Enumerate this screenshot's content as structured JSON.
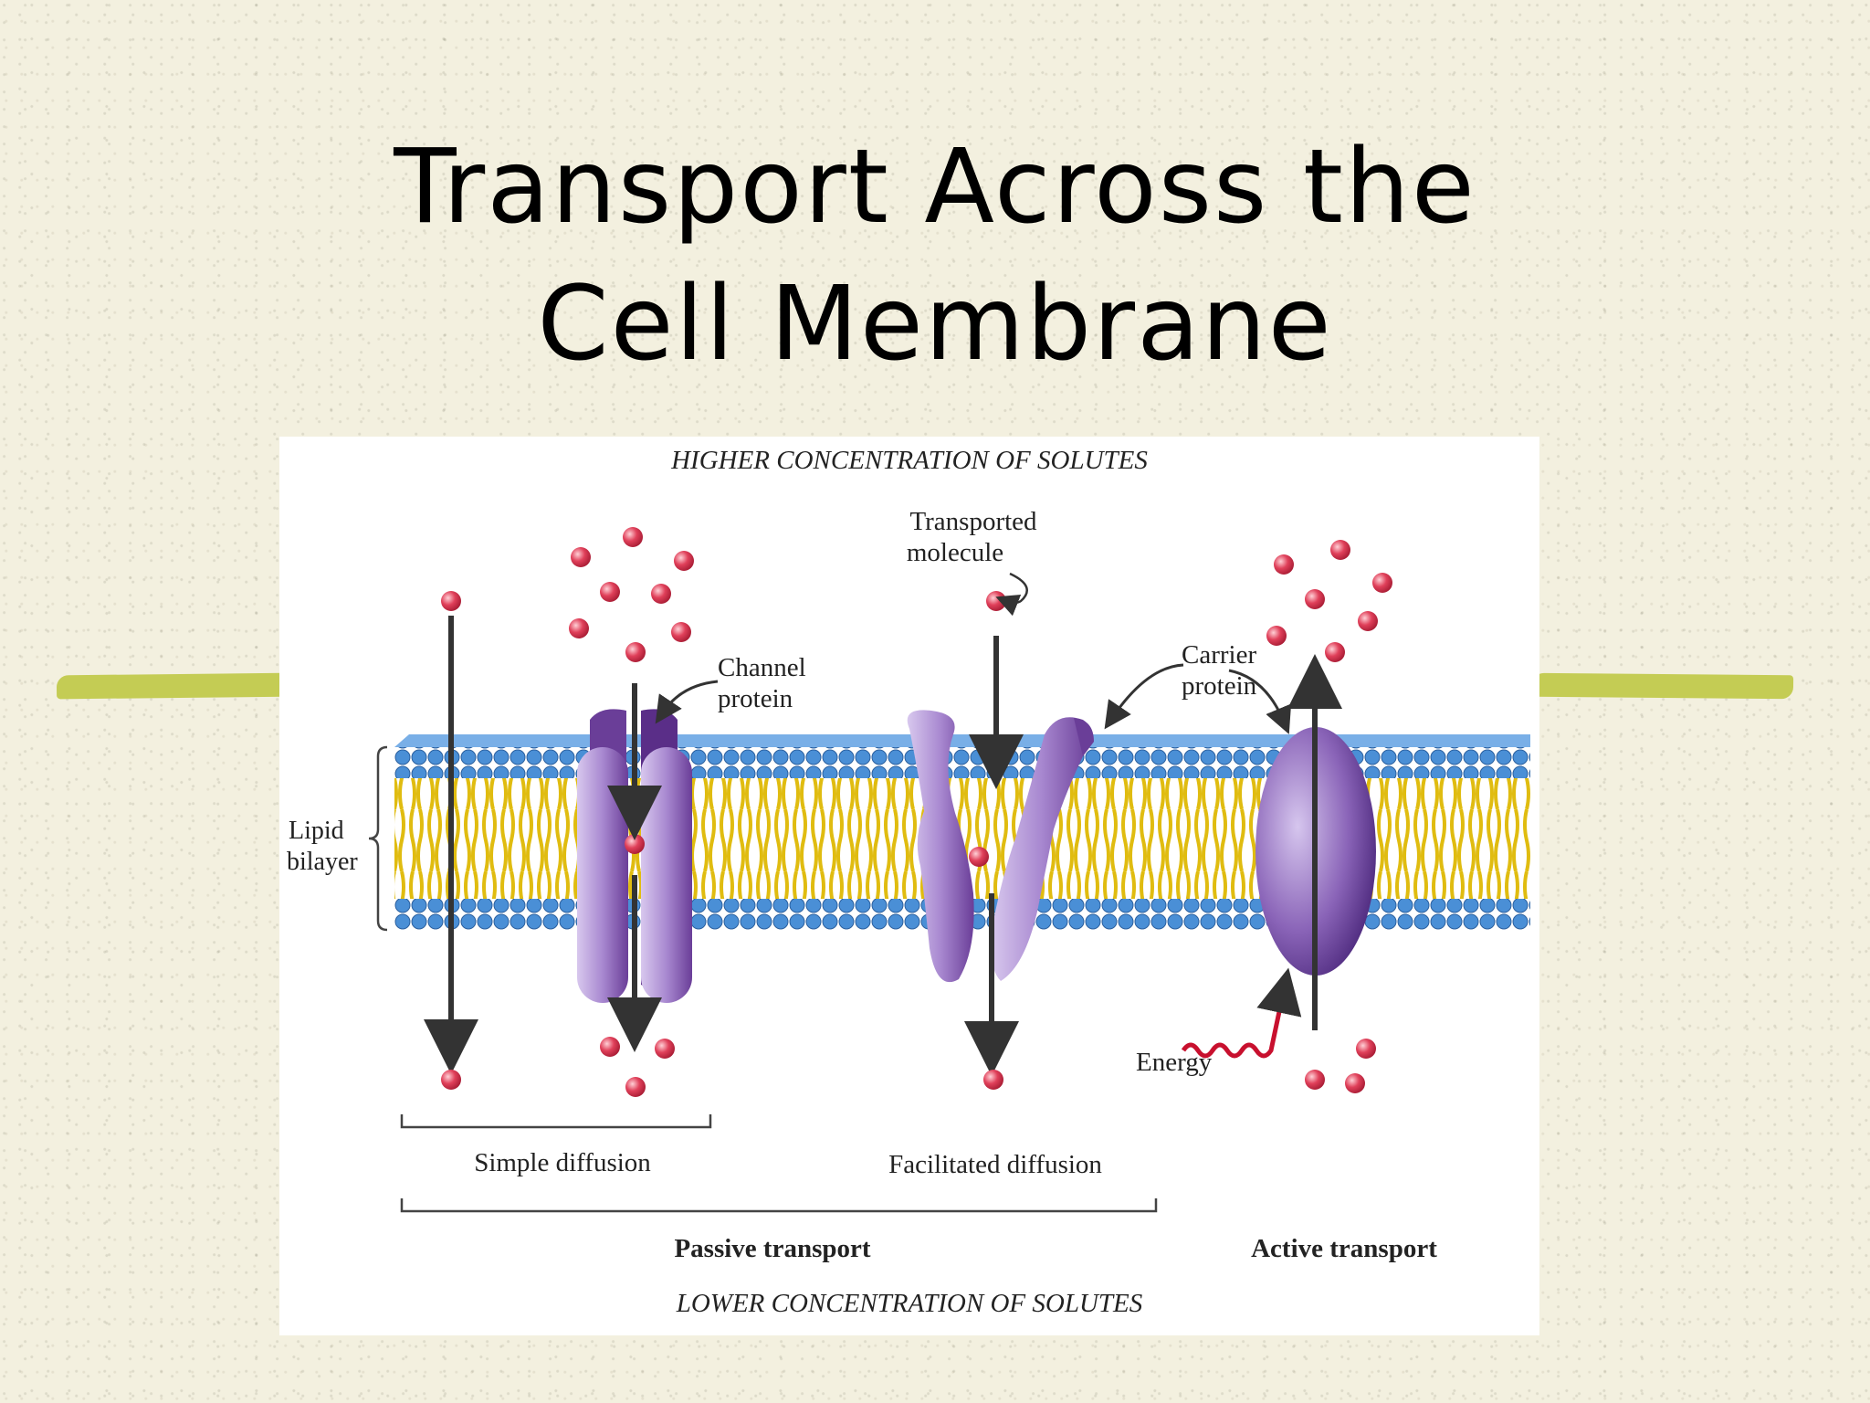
{
  "slide": {
    "title_line1": "Transport Across the",
    "title_line2": "Cell Membrane"
  },
  "diagram": {
    "top_label": "HIGHER CONCENTRATION OF SOLUTES",
    "bottom_label": "LOWER CONCENTRATION OF SOLUTES",
    "lipid_bilayer_line1": "Lipid",
    "lipid_bilayer_line2": "bilayer",
    "channel_protein_line1": "Channel",
    "channel_protein_line2": "protein",
    "transported_molecule_line1": "Transported",
    "transported_molecule_line2": "molecule",
    "carrier_protein_line1": "Carrier",
    "carrier_protein_line2": "protein",
    "energy": "Energy",
    "simple_diffusion": "Simple diffusion",
    "facilitated_diffusion": "Facilitated diffusion",
    "passive_transport": "Passive transport",
    "active_transport": "Active transport"
  },
  "colors": {
    "accent_bar": "#c4cc54",
    "solute": "#e0405a",
    "protein": "#7a52a6",
    "phospholipid_head": "#4a8fd6",
    "phospholipid_tail": "#e8c81c"
  }
}
